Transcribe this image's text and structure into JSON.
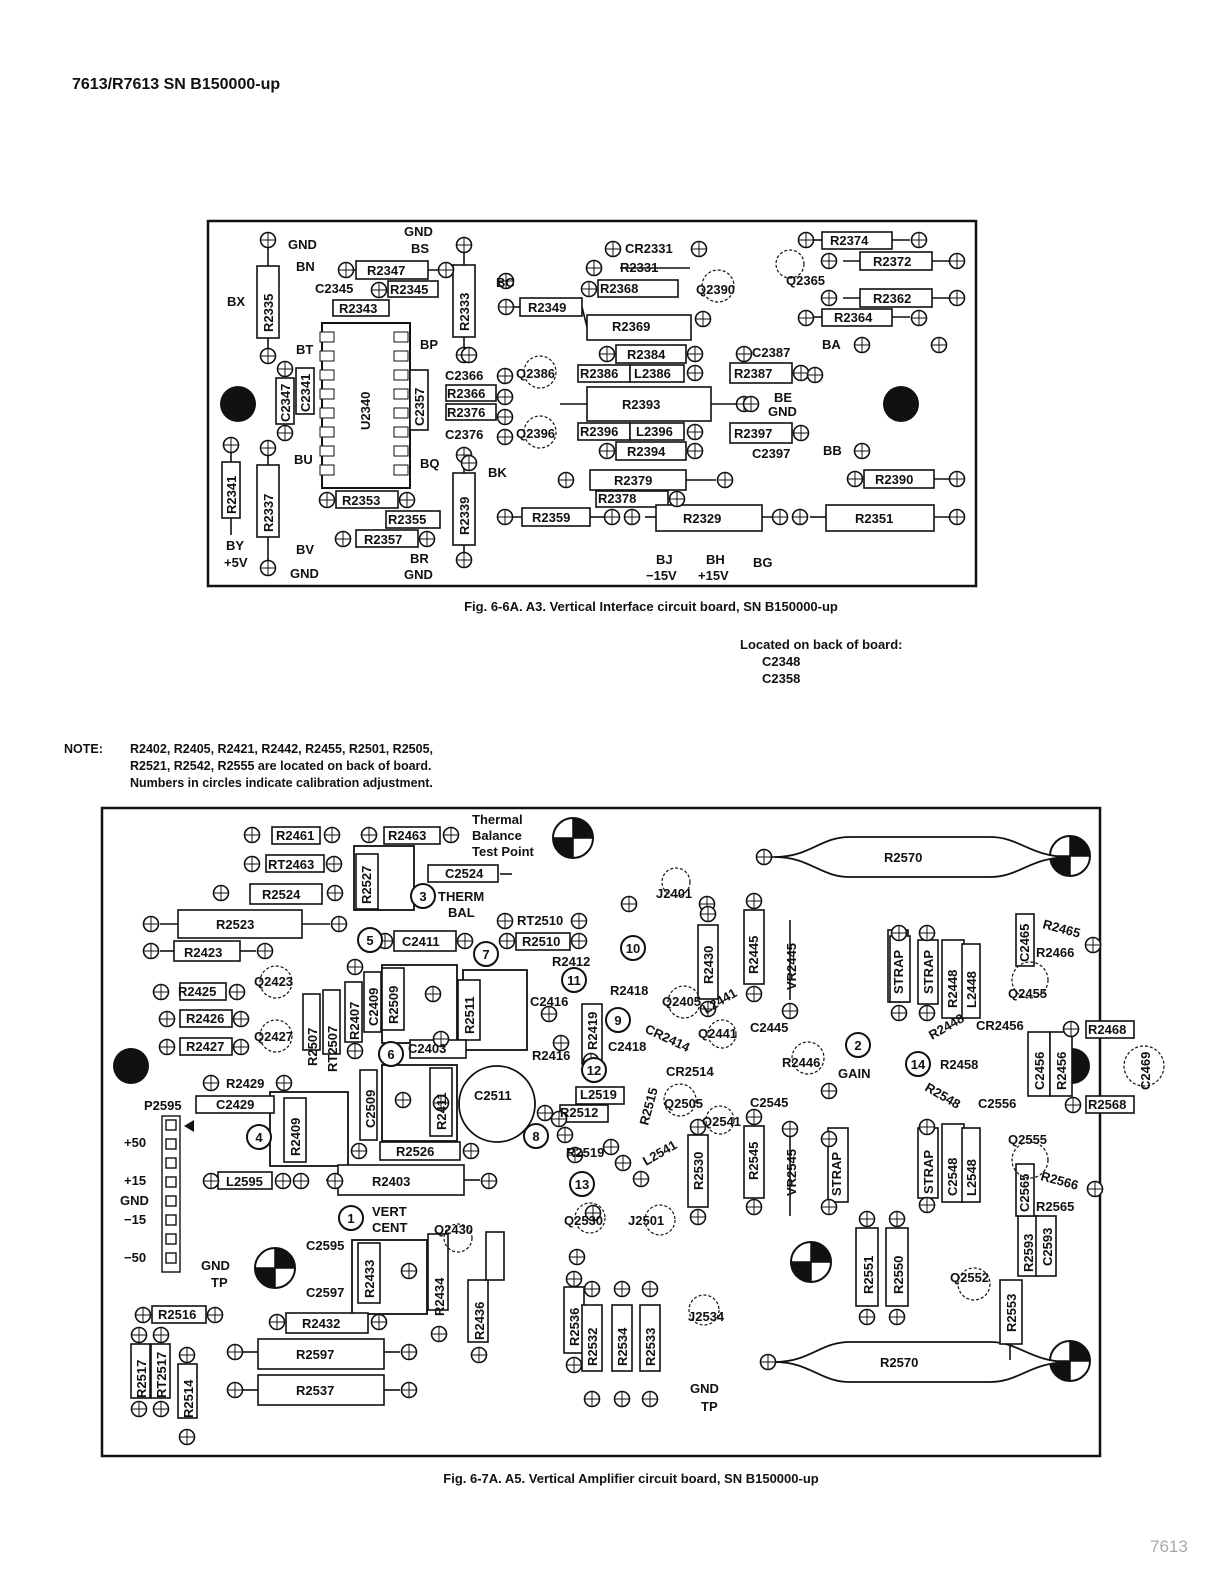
{
  "header": "7613/R7613 SN B150000-up",
  "fig1": {
    "caption": "Fig. 6-6A. A3. Vertical Interface circuit board, SN B150000-up",
    "back_title": "Located on back of board:",
    "back_items": [
      "C2348",
      "C2358"
    ],
    "labels": {
      "gnd_tl": "GND",
      "gnd_bs1": "GND",
      "bs": "BS",
      "bn": "BN",
      "bx": "BX",
      "bt": "BT",
      "bp": "BP",
      "bu": "BU",
      "bq": "BQ",
      "bk": "BK",
      "by": "BY",
      "p5v": "+5V",
      "bv": "BV",
      "gnd_bl": "GND",
      "br": "BR",
      "gnd_br": "GND",
      "bc": "BC",
      "ba": "BA",
      "be": "BE",
      "gnd_be": "GND",
      "bb": "BB",
      "bj": "BJ",
      "m15": "−15V",
      "bh": "BH",
      "p15": "+15V",
      "bg": "BG",
      "u2340": "U2340",
      "r2335": "R2335",
      "r2347": "R2347",
      "c2345": "C2345",
      "r2345": "R2345",
      "r2343": "R2343",
      "r2333": "R2333",
      "c2347": "C2347",
      "c2341": "C2341",
      "c2357": "C2357",
      "c2366": "C2366",
      "r2366": "R2366",
      "r2376": "R2376",
      "c2376": "C2376",
      "r2341": "R2341",
      "r2337": "R2337",
      "r2353": "R2353",
      "r2355": "R2355",
      "r2357": "R2357",
      "r2339": "R2339",
      "cr2331": "CR2331",
      "r2331": "R2331",
      "r2368": "R2368",
      "q2390": "Q2390",
      "r2349": "R2349",
      "r2369": "R2369",
      "r2384": "R2384",
      "q2386": "Q2386",
      "r2386": "R2386",
      "l2386": "L2386",
      "r2393": "R2393",
      "q2396": "Q2396",
      "r2396": "R2396",
      "l2396": "L2396",
      "r2394": "R2394",
      "r2379": "R2379",
      "r2378": "R2378",
      "r2359": "R2359",
      "r2329": "R2329",
      "r2351": "R2351",
      "r2374": "R2374",
      "r2372": "R2372",
      "q2365": "Q2365",
      "r2362": "R2362",
      "r2364": "R2364",
      "c2387": "C2387",
      "r2387": "R2387",
      "r2397": "R2397",
      "c2397": "C2397",
      "r2390": "R2390"
    }
  },
  "fig2": {
    "note_label": "NOTE:",
    "note_lines": [
      "R2402, R2405, R2421, R2442, R2455, R2501, R2505,",
      "R2521, R2542, R2555 are located on back of board.",
      "Numbers in circles indicate calibration adjustment."
    ],
    "caption": "Fig. 6-7A.  A5. Vertical Amplifier circuit board, SN B150000-up",
    "labels": {
      "thermal": "Thermal",
      "balance": "Balance",
      "testpoint": "Test Point",
      "therm": "THERM",
      "bal": "BAL",
      "vert": "VERT",
      "cent": "CENT",
      "gain": "GAIN",
      "p2595": "P2595",
      "p50": "+50",
      "p15": "+15",
      "gnd": "GND",
      "m15": "−15",
      "m50": "−50",
      "gnd_tp1": "GND",
      "tp1": "TP",
      "gnd_tp2": "GND",
      "tp2": "TP",
      "r2461": "R2461",
      "r2463": "R2463",
      "rt2463": "RT2463",
      "c2524": "C2524",
      "r2527": "R2527",
      "r2524": "R2524",
      "r2523": "R2523",
      "c2411": "C2411",
      "rt2510": "RT2510",
      "r2510": "R2510",
      "r2423": "R2423",
      "r2425": "R2425",
      "q2423": "Q2423",
      "r2426": "R2426",
      "q2427": "Q2427",
      "r2427": "R2427",
      "r2507": "R2507",
      "rt2507": "RT2507",
      "r2407": "R2407",
      "c2409": "C2409",
      "r2509": "R2509",
      "r2511": "R2511",
      "c2403": "C2403",
      "r2429": "R2429",
      "c2429": "C2429",
      "c2509": "C2509",
      "r2411": "R2411",
      "c2511": "C2511",
      "r2409": "R2409",
      "r2526": "R2526",
      "l2595": "L2595",
      "r2403": "R2403",
      "c2595": "C2595",
      "q2430": "Q2430",
      "r2433": "R2433",
      "c2597": "C2597",
      "r2434": "R2434",
      "r2436": "R2436",
      "r2516": "R2516",
      "r2432": "R2432",
      "r2597": "R2597",
      "r2537": "R2537",
      "r2517": "R2517",
      "rt2517": "RT2517",
      "r2514": "R2514",
      "j2401": "J2401",
      "r2412": "R2412",
      "c2416": "C2416",
      "r2418": "R2418",
      "q2405": "Q2405",
      "r2430": "R2430",
      "l2441": "L2441",
      "cr2414": "CR2414",
      "q2441": "Q2441",
      "c2418": "C2418",
      "r2419": "R2419",
      "r2416": "R2416",
      "cr2514": "CR2514",
      "l2519": "L2519",
      "r2515": "R2515",
      "q2505": "Q2505",
      "r2512": "R2512",
      "q2541": "Q2541",
      "c2545": "C2545",
      "l2541": "L2541",
      "r2519": "R2519",
      "r2530": "R2530",
      "q2530": "Q2530",
      "j2501": "J2501",
      "r2536": "R2536",
      "r2532": "R2532",
      "r2534": "R2534",
      "r2533": "R2533",
      "j2534": "J2534",
      "r2445": "R2445",
      "vr2445": "VR2445",
      "c2445": "C2445",
      "r2446": "R2446",
      "r2545": "R2545",
      "vr2545": "VR2545",
      "strap1": "STRAP",
      "strap2": "STRAP",
      "strap3": "STRAP",
      "strap4": "STRAP",
      "r2570a": "R2570",
      "r2570b": "R2570",
      "c2465": "C2465",
      "r2465": "R2465",
      "r2466": "R2466",
      "r2448": "R2448",
      "l2448": "L2448",
      "q2455": "Q2455",
      "r2448b": "R2448",
      "cr2456": "CR2456",
      "r2468": "R2468",
      "c2456": "C2456",
      "r2456": "R2456",
      "c2469": "C2469",
      "r2458": "R2458",
      "r2548": "R2548",
      "c2556": "C2556",
      "r2568": "R2568",
      "c2548": "C2548",
      "l2548": "L2548",
      "q2555": "Q2555",
      "r2566": "R2566",
      "c2565": "C2565",
      "r2565": "R2565",
      "r2551": "R2551",
      "r2550": "R2550",
      "r2593": "R2593",
      "c2593": "C2593",
      "q2552": "Q2552",
      "r2553": "R2553"
    },
    "adjustments": [
      "1",
      "2",
      "3",
      "4",
      "5",
      "6",
      "7",
      "8",
      "9",
      "10",
      "11",
      "12",
      "13",
      "14"
    ]
  },
  "page_number": "7613"
}
